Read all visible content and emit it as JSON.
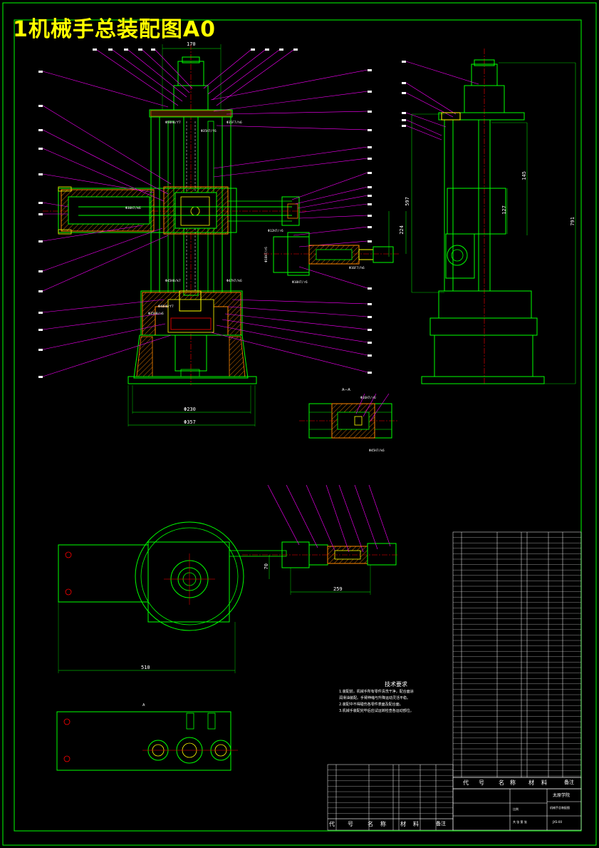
{
  "title": "1机械手总装配图A0",
  "technical_requirements": {
    "heading": "技术要求",
    "items": [
      "1.装配前，机械手所有零件清洗干净，配合面涂",
      "  润滑油装配。手臂伸缩与升降运动灵活平稳。",
      "2.装配中不得碰伤各零件表面及配合面。",
      "3.机械手装配完毕后应试运转检查各运动部位。"
    ]
  },
  "dimensions": {
    "top_width": "170",
    "base_inner": "Φ230",
    "base_outer": "Φ357",
    "stroke_224": "224",
    "height_597": "597",
    "height_145": "145",
    "height_127": "127",
    "height_791": "791",
    "plan_width": "510",
    "plan_arm": "259",
    "plan_small": "70"
  },
  "fits": {
    "fit1": "Φ50H8/f7",
    "fit2": "Φ35H7/f6",
    "fit3": "Φ35F7/h6",
    "fit4": "Φ30H7/k6",
    "fit5": "Φ12H7/r6",
    "fit6": "Φ45H8/k7",
    "fit7": "Φ47H7/k6",
    "fit8": "Φ40H8/f7",
    "fit9": "Φ35H8/n6",
    "fit10": "Φ18H7/r6",
    "fit11": "Φ16F7/h6",
    "fit12": "Φ10H7/r6",
    "fit13": "Φ16H7/r6",
    "fit14": "Φ45H7/k6"
  },
  "section_label": "A—A",
  "view_label": "A",
  "right_header": {
    "cols": [
      "代",
      "号",
      "名",
      "称",
      "材",
      "料",
      "备注"
    ],
    "school": "太原学院",
    "drawing_name": "机械手总装配图",
    "drawing_no": "JXS-00",
    "scale_label": "比例",
    "sheet_label": "共 张 第 张"
  },
  "left_header": {
    "cols": [
      "代",
      "号",
      "名",
      "称",
      "材",
      "料",
      "备注"
    ]
  }
}
